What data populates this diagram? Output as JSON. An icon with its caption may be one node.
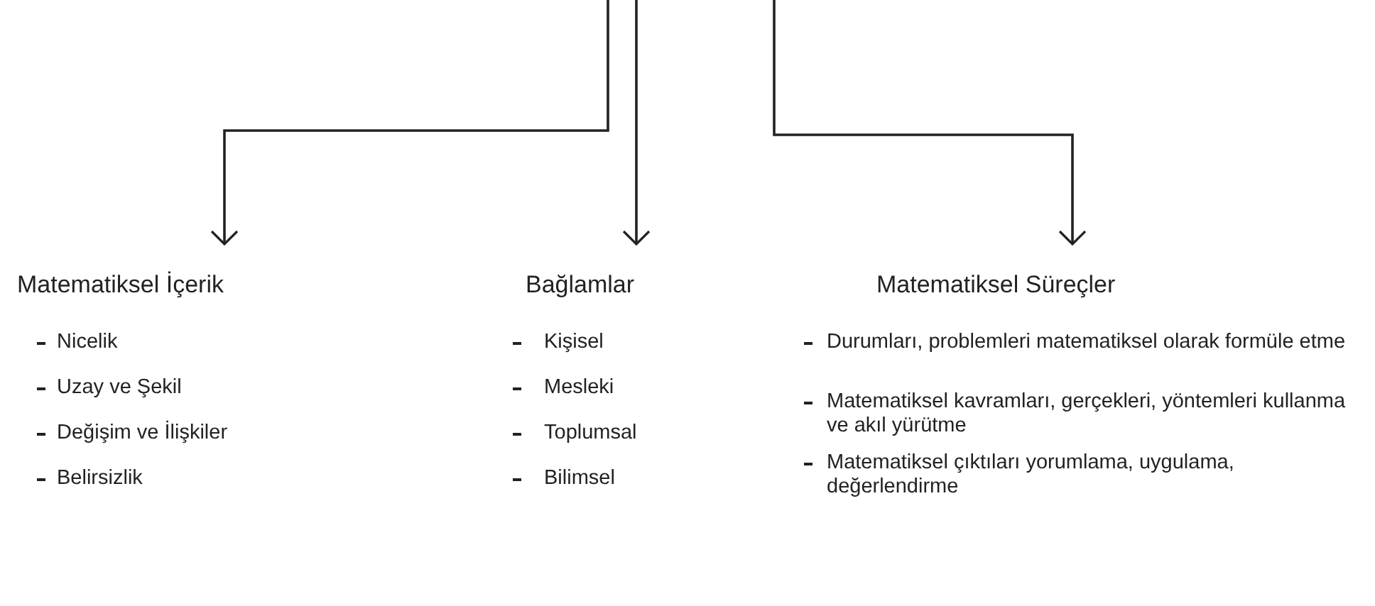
{
  "diagram": {
    "nodes": [
      {
        "text": [
          "Matematiksel İçerik",
          "Nicelik",
          "Uzay ve Şekil",
          "Değişim ve İlişkiler",
          "Belirsizlik"
        ]
      },
      {
        "text": [
          "Bağlamlar",
          "Kişisel",
          "Mesleki",
          "Toplumsal",
          "Bilimsel"
        ]
      },
      {
        "text": [
          "Matematiksel Süreçler",
          "Durumları, problemleri matematiksel olarak formüle etme",
          "Matematiksel kavramları, gerçekleri, yöntemleri kullanma ve akıl yürütme",
          "Matematiksel çıktıları yorumlama, uygulama, değerlendirme"
        ]
      }
    ],
    "edges": [
      {
        "from": null,
        "to": 0,
        "arrow": "to"
      },
      {
        "from": null,
        "to": 1,
        "arrow": "to"
      },
      {
        "from": null,
        "to": 2,
        "arrow": "to"
      }
    ]
  }
}
